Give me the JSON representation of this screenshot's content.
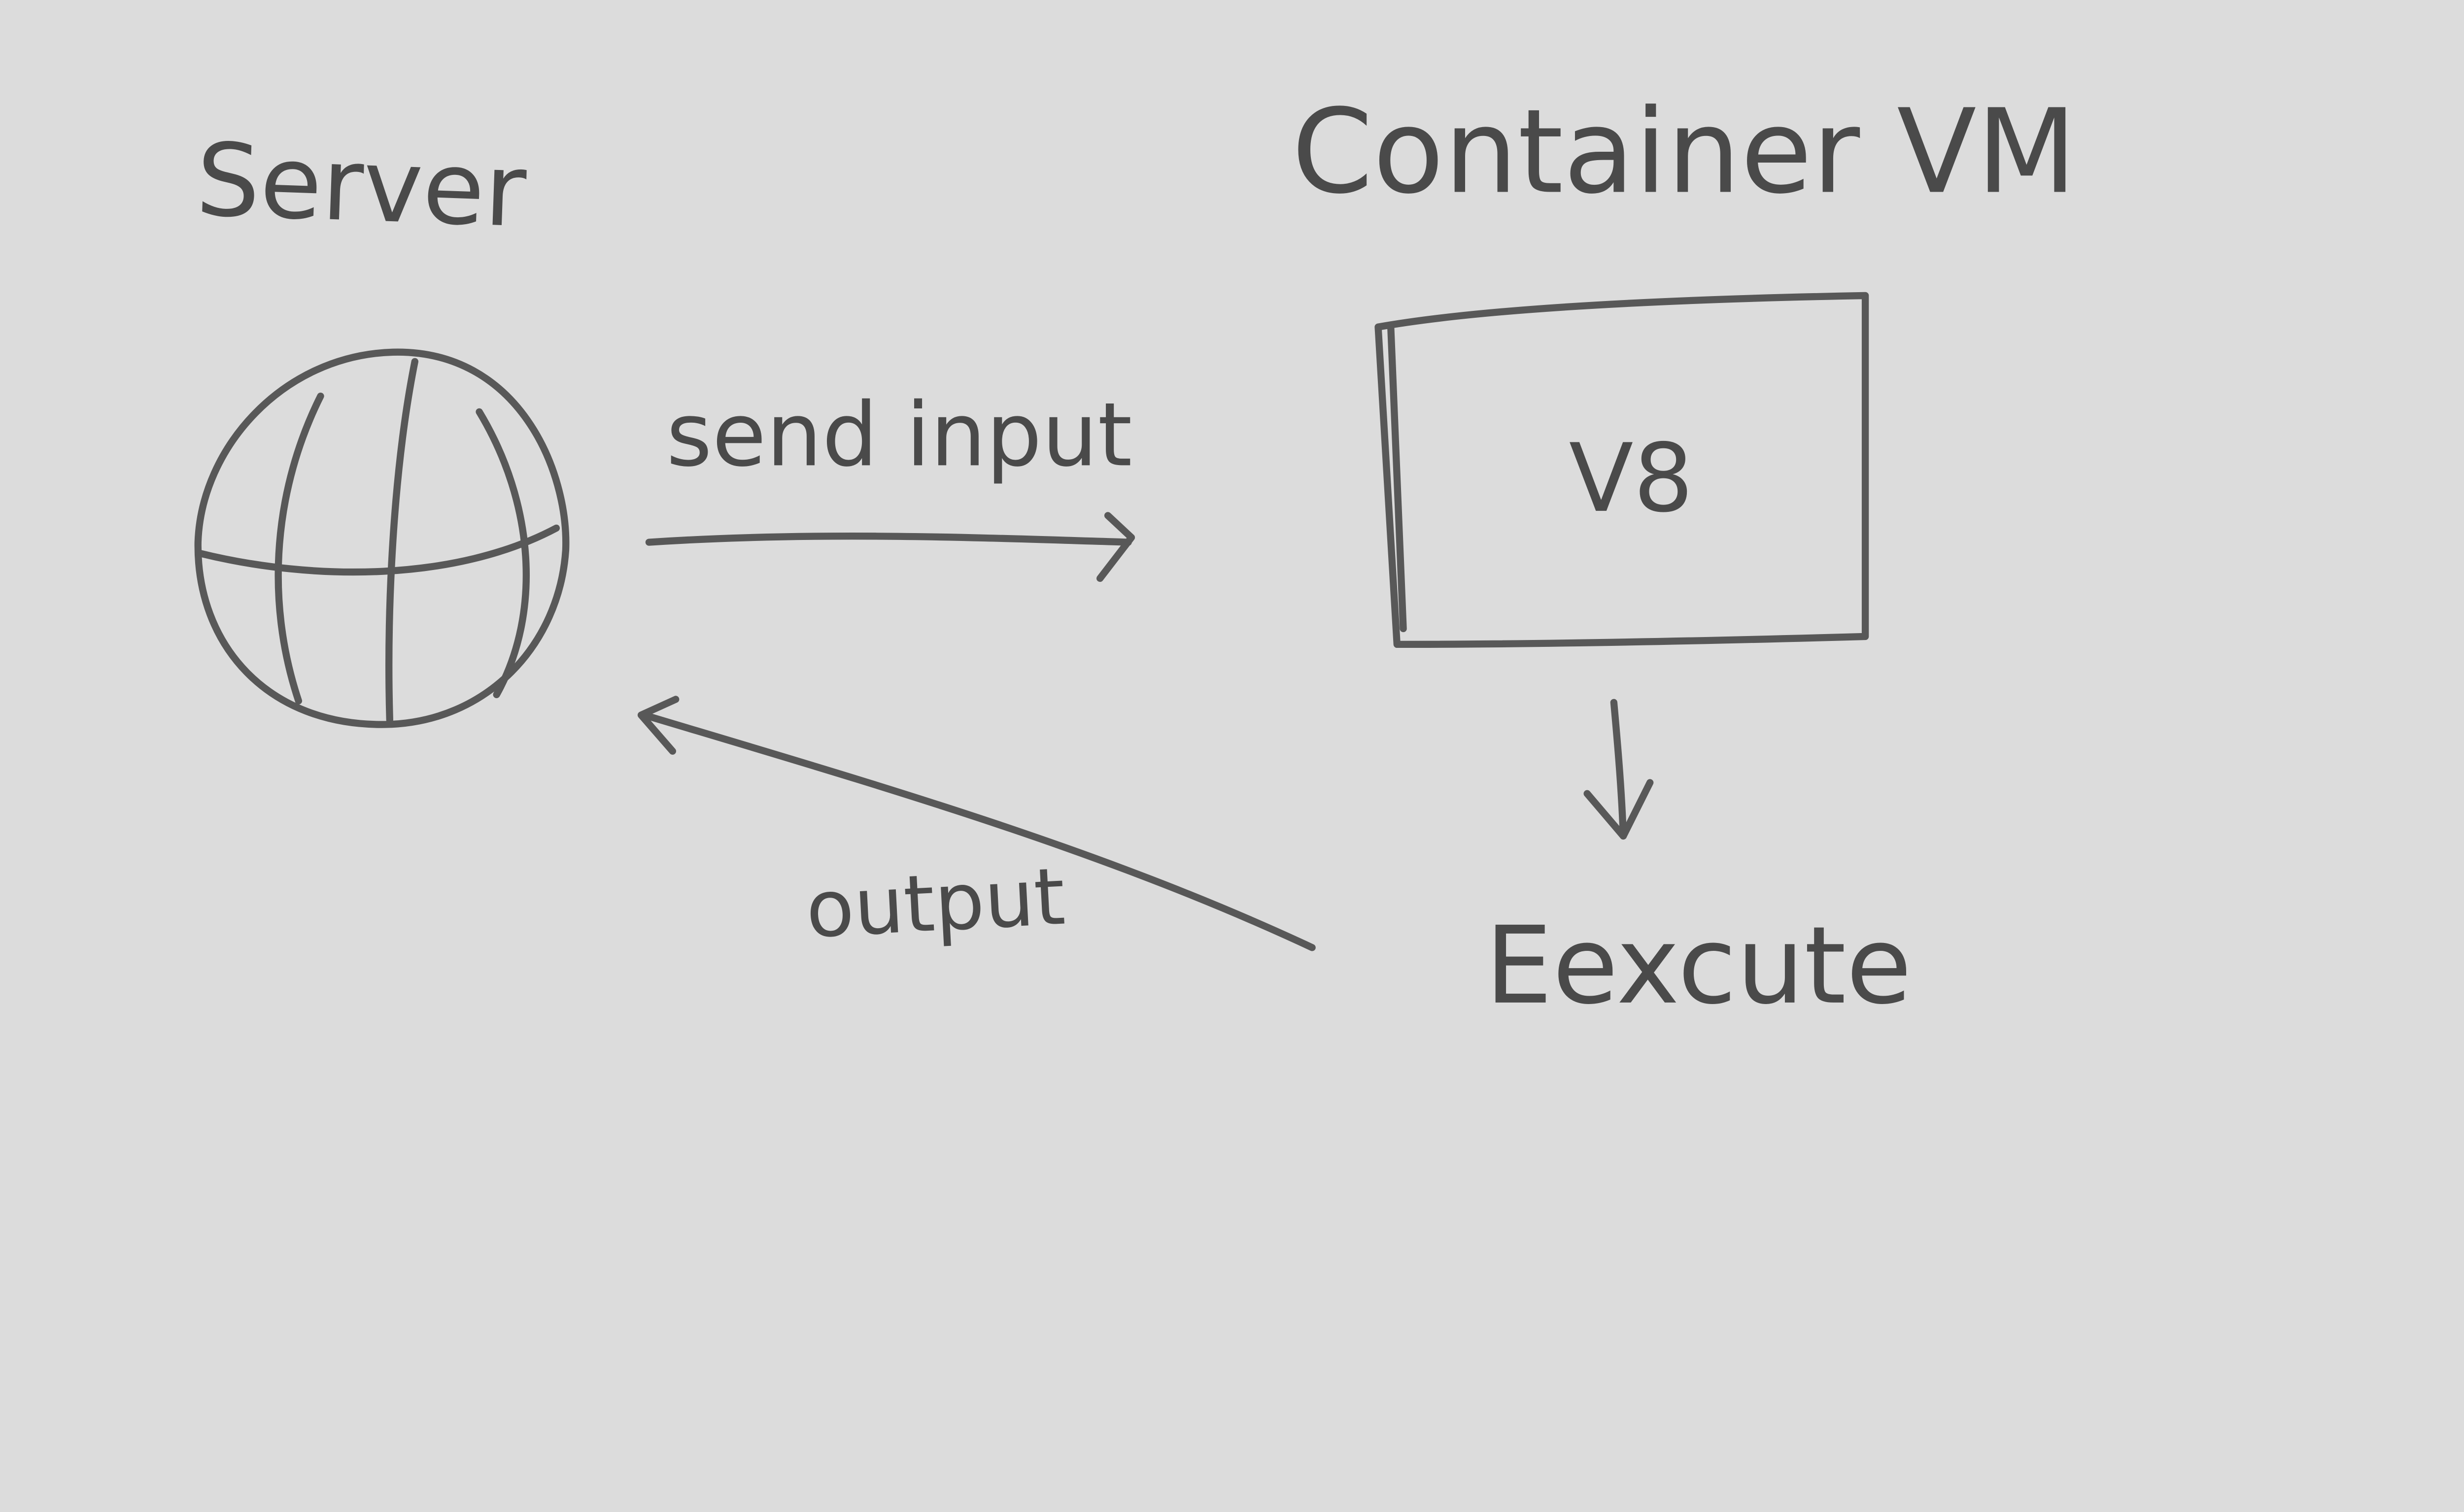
{
  "diagram": {
    "nodes": {
      "server": {
        "label": "Server",
        "icon": "globe-icon"
      },
      "container": {
        "label": "Container VM"
      },
      "engine": {
        "label": "V8"
      },
      "execute": {
        "label": "Eexcute"
      }
    },
    "edges": {
      "send": {
        "label": "send input",
        "from": "Server",
        "to": "V8"
      },
      "run": {
        "label": "",
        "from": "V8",
        "to": "Eexcute"
      },
      "output": {
        "label": "output",
        "from": "Eexcute",
        "to": "Server"
      }
    },
    "colors": {
      "background": "#dcdcdc",
      "ink": "#585858"
    }
  }
}
